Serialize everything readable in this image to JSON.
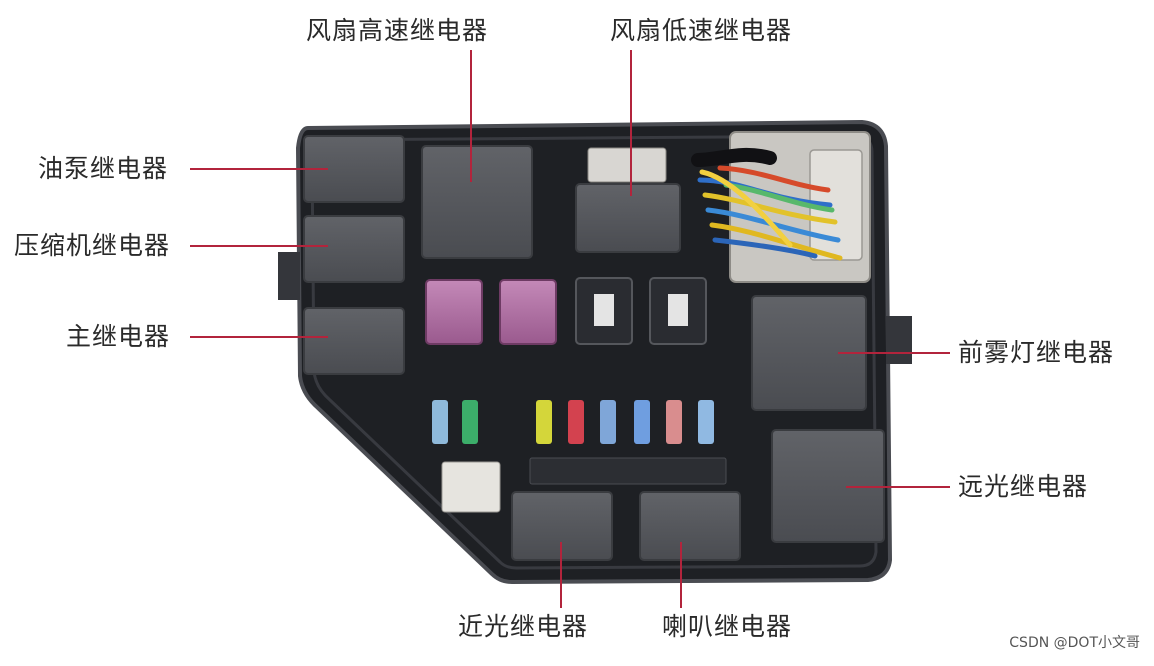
{
  "labels": {
    "fan_high": "风扇高速继电器",
    "fan_low": "风扇低速继电器",
    "fuel_pump": "油泵继电器",
    "compressor": "压缩机继电器",
    "main": "主继电器",
    "front_fog": "前雾灯继电器",
    "high_beam": "远光继电器",
    "low_beam": "近光继电器",
    "horn": "喇叭继电器"
  },
  "watermark": "CSDN @DOT小文哥",
  "colors": {
    "leader_line": "#b2243c",
    "box_dark": "#202226",
    "box_frame": "#3b3d42",
    "relay": "#55575c",
    "relay_edge": "#3a3c40",
    "maxi_fuse": "#b46fa6",
    "background": "#ffffff"
  }
}
